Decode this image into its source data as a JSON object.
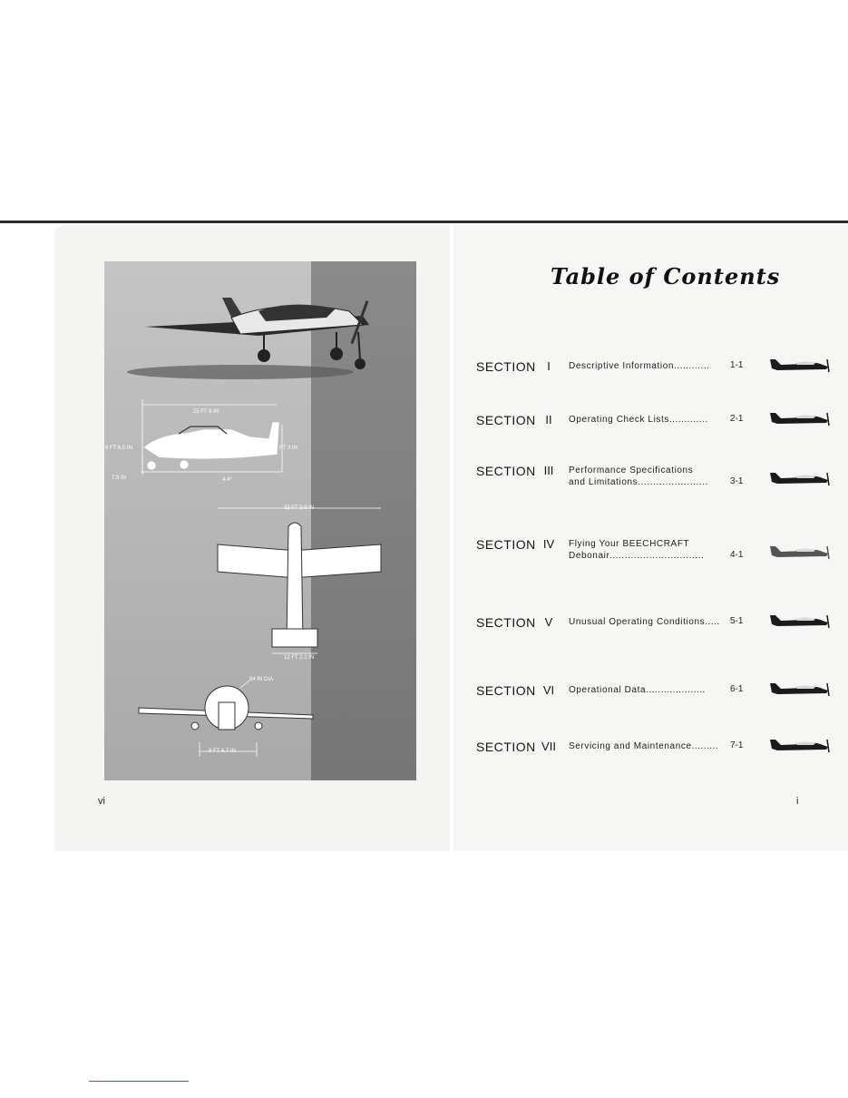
{
  "left_page": {
    "folio": "vi",
    "figure": {
      "dims": {
        "length": "25 FT 6 IN",
        "height_tail": "8 FT 3 IN",
        "height_nose": "6 FT 6.5 IN",
        "ground_clearance": "7.5 IN",
        "angle": "4.4°",
        "wingspan": "32 FT 9.9 IN",
        "tail_span": "12 FT 2.1 IN",
        "prop_dia": "84 IN DIA",
        "tread": "9 FT 6.7 IN"
      }
    }
  },
  "right_page": {
    "folio": "i",
    "title": "Table of Contents",
    "sections": [
      {
        "label": "SECTION",
        "numeral": "I",
        "line1": "Descriptive Information",
        "dots1": "............",
        "line2": "",
        "page": "1-1"
      },
      {
        "label": "SECTION",
        "numeral": "II",
        "line1": "Operating Check Lists",
        "dots1": ".............",
        "line2": "",
        "page": "2-1"
      },
      {
        "label": "SECTION",
        "numeral": "III",
        "line1": "Performance Specifications",
        "dots1": "",
        "line2": "and Limitations.......................",
        "page": "3-1"
      },
      {
        "label": "SECTION",
        "numeral": "IV",
        "line1": "Flying Your BEECHCRAFT",
        "dots1": "",
        "line2": "Debonair...............................",
        "page": "4-1"
      },
      {
        "label": "SECTION",
        "numeral": "V",
        "line1": "Unusual Operating Conditions",
        "dots1": ".....",
        "line2": "",
        "page": "5-1"
      },
      {
        "label": "SECTION",
        "numeral": "VI",
        "line1": "Operational Data",
        "dots1": "....................",
        "line2": "",
        "page": "6-1"
      },
      {
        "label": "SECTION",
        "numeral": "VII",
        "line1": "Servicing and Maintenance",
        "dots1": ".........",
        "line2": "",
        "page": "7-1"
      }
    ]
  }
}
